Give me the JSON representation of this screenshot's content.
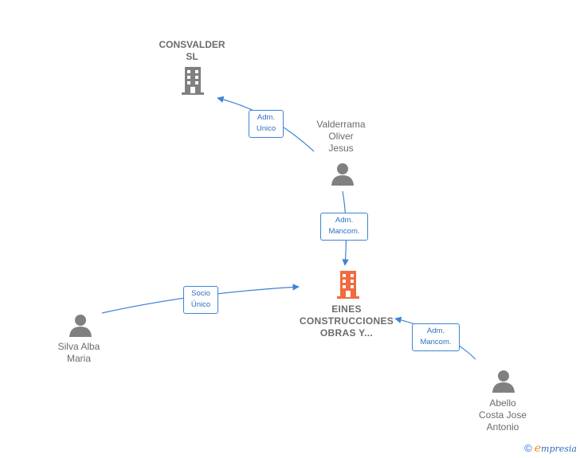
{
  "colors": {
    "edge": "#3d84d6",
    "person_icon": "#808080",
    "company_icon": "#808080",
    "main_company_icon": "#f26a3e",
    "label_text": "#6b6b6b"
  },
  "nodes": {
    "consvalder": {
      "lines": [
        "CONSVALDER",
        "SL"
      ],
      "type": "company",
      "icon": "building-icon"
    },
    "valderrama": {
      "lines": [
        "Valderrama",
        "Oliver",
        "Jesus"
      ],
      "type": "person",
      "icon": "person-icon"
    },
    "eines": {
      "lines": [
        "EINES",
        "CONSTRUCCIONES",
        "OBRAS Y..."
      ],
      "type": "company-main",
      "icon": "building-icon"
    },
    "silva": {
      "lines": [
        "Silva Alba",
        "Maria"
      ],
      "type": "person",
      "icon": "person-icon"
    },
    "abello": {
      "lines": [
        "Abello",
        "Costa Jose",
        "Antonio"
      ],
      "type": "person",
      "icon": "person-icon"
    }
  },
  "edges": [
    {
      "from": "valderrama",
      "to": "consvalder",
      "role": [
        "Adm.",
        "Unico"
      ]
    },
    {
      "from": "valderrama",
      "to": "eines",
      "role": [
        "Adm.",
        "Mancom."
      ]
    },
    {
      "from": "silva",
      "to": "eines",
      "role": [
        "Socio",
        "Único"
      ]
    },
    {
      "from": "abello",
      "to": "eines",
      "role": [
        "Adm.",
        "Mancom."
      ]
    }
  ],
  "brand": {
    "copyright": "©",
    "name_initial": "e",
    "name_rest": "mpresia"
  }
}
